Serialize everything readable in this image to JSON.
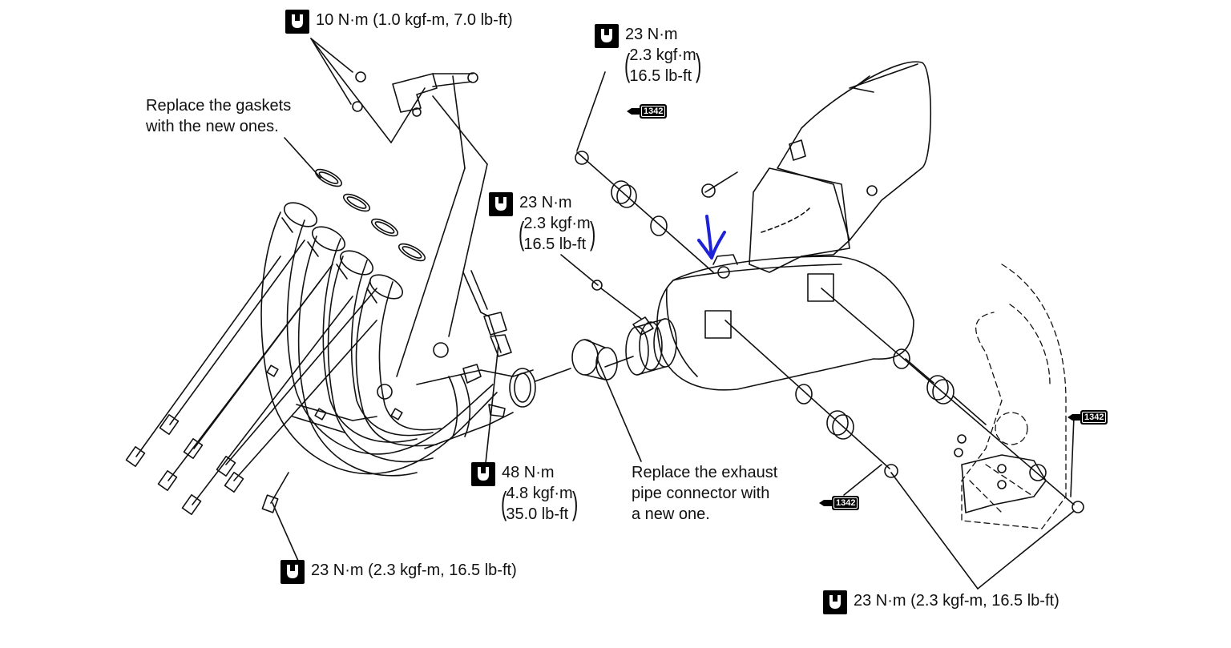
{
  "torque_labels": {
    "top_bracket": "10 N·m (1.0 kgf-m, 7.0 lb-ft)",
    "muffler_top": {
      "line1": "23 N·m",
      "line2": "2.3 kgf·m",
      "line3": "16.5 lb-ft"
    },
    "clamp_bolt": {
      "line1": "23 N·m",
      "line2": "2.3 kgf·m",
      "line3": "16.5 lb-ft"
    },
    "o2_sensor": {
      "line1": "48 N·m",
      "line2": "4.8 kgf·m",
      "line3": "35.0 lb-ft"
    },
    "header_bolts": "23 N·m (2.3 kgf-m, 16.5 lb-ft)",
    "muffler_mount": "23 N·m (2.3 kgf-m, 16.5 lb-ft)"
  },
  "notes": {
    "gaskets_line1": "Replace the gaskets",
    "gaskets_line2": "with the new ones.",
    "connector_line1": "Replace the exhaust",
    "connector_line2": "pipe connector with",
    "connector_line3": "a new one."
  },
  "thread_lock_tags": {
    "tag_top": "1342",
    "tag_right": "1342",
    "tag_bottom": "1342"
  },
  "icons": {
    "torque": "torque-wrench-icon",
    "thread_lock": "thread-lock-tube-icon",
    "annotation_arrow_color": "#1e22d8"
  }
}
